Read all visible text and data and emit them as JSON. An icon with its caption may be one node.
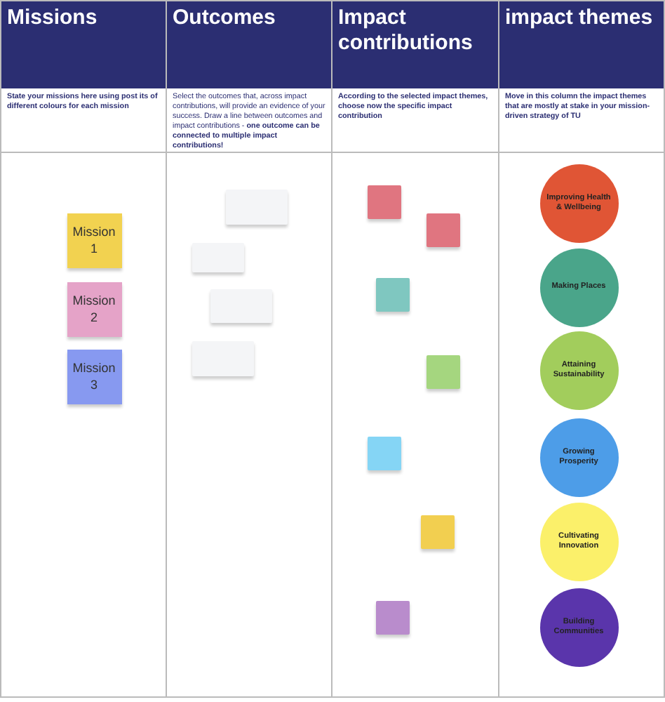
{
  "diagram": {
    "nodes": [
      {
        "text": [
          "Missions",
          "State your missions here using post its of different colours for each mission"
        ]
      },
      {
        "text": [
          "Outcomes",
          "Select the outcomes that, across impact contributions, will provide an evidence of your success. Draw a line between outcomes and impact contributions - **one outcome can be connected to multiple impact contributions!**"
        ]
      },
      {
        "text": [
          "Impact contributions",
          "According to the selected impact themes, choose now the specific impact contribution"
        ]
      },
      {
        "text": [
          "impact themes",
          "Move in this column the impact themes that are mostly at stake in your mission-driven strategy of TU"
        ]
      },
      {
        "text": [
          "Mission 1"
        ],
        "in": 0
      },
      {
        "text": [
          "Mission 2"
        ],
        "in": 0
      },
      {
        "text": [
          "Mission 3"
        ],
        "in": 0
      },
      {
        "text": [],
        "shape": "box",
        "in": 1
      },
      {
        "text": [],
        "shape": "box",
        "in": 1
      },
      {
        "text": [],
        "shape": "box",
        "in": 1
      },
      {
        "text": [],
        "shape": "box",
        "in": 1
      },
      {
        "text": [],
        "shape": "box",
        "in": 2
      },
      {
        "text": [],
        "shape": "box",
        "in": 2
      },
      {
        "text": [],
        "shape": "box",
        "in": 2
      },
      {
        "text": [],
        "shape": "box",
        "in": 2
      },
      {
        "text": [],
        "shape": "box",
        "in": 2
      },
      {
        "text": [],
        "shape": "box",
        "in": 2
      },
      {
        "text": [],
        "shape": "box",
        "in": 2
      },
      {
        "text": [
          "Improving Health & Wellbeing"
        ],
        "in": 3
      },
      {
        "text": [
          "Making Places"
        ],
        "in": 3
      },
      {
        "text": [
          "Attaining Sustainability"
        ],
        "in": 3
      },
      {
        "text": [
          "Growing Prosperity"
        ],
        "in": 3
      },
      {
        "text": [
          "Cultivating Innovation"
        ],
        "in": 3
      },
      {
        "text": [
          "Building Communities"
        ],
        "in": 3
      }
    ]
  }
}
